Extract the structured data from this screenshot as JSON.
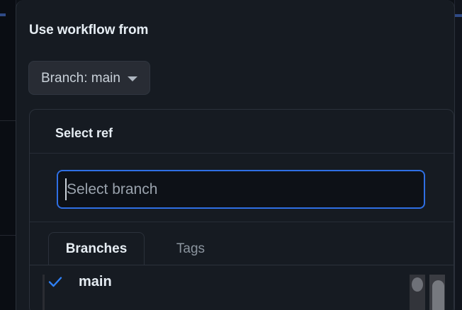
{
  "dialog": {
    "title": "Use workflow from",
    "branch_button": {
      "label": "Branch: main",
      "caret_icon": "chevron-down-icon"
    }
  },
  "ref_picker": {
    "header_title": "Select ref",
    "search": {
      "placeholder": "Select branch",
      "value": "",
      "focused": true,
      "focus_border_color": "#2f6fe4"
    },
    "tabs": [
      {
        "label": "Branches",
        "active": true
      },
      {
        "label": "Tags",
        "active": false
      }
    ],
    "items": [
      {
        "label": "main",
        "selected": true,
        "check_icon": "check-icon"
      }
    ]
  },
  "colors": {
    "accent": "#2f6fe4",
    "dialog_bg": "#161b22",
    "page_bg": "#0d1117",
    "text_primary": "#e6edf3",
    "text_muted": "#8b949e",
    "border": "#2b313b"
  }
}
